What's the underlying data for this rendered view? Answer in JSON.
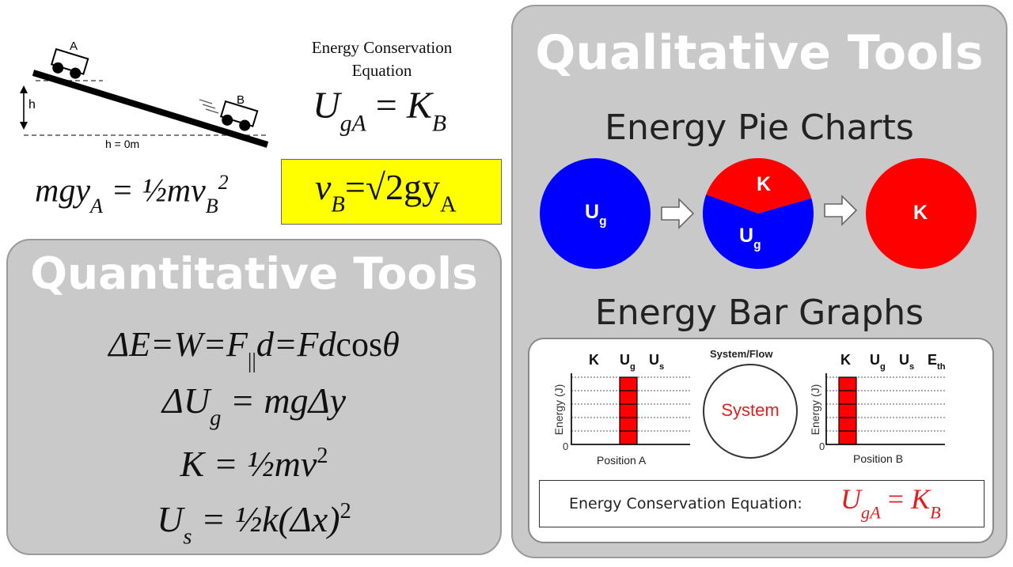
{
  "incline": {
    "label_a": "A",
    "label_b": "B",
    "label_h": "h",
    "label_h0": "h = 0m"
  },
  "conservation": {
    "title_line1": "Energy Conservation",
    "title_line2": "Equation",
    "eq_lhs": "U",
    "eq_lhs_sub": "gA",
    "eq_rhs": "K",
    "eq_rhs_sub": "B"
  },
  "energy_eq": {
    "lhs": "mgy",
    "lhs_sub": "A",
    "mid": " = ½mv",
    "v_sub": "B",
    "sup": "2"
  },
  "velocity_box": {
    "v": "v",
    "v_sub": "B",
    "eq": "=√2gy",
    "y_sub": "A",
    "bg": "#ffff00"
  },
  "quantitative": {
    "title": "Quantitative Tools",
    "eq1": {
      "a": "ΔE=W=F",
      "sub": "||",
      "b": "d=Fd",
      "c": "cos",
      "d": "θ"
    },
    "eq2": {
      "a": "ΔU",
      "sub": "g",
      "b": " = mgΔy"
    },
    "eq3": {
      "a": "K = ½mv",
      "sup": "2"
    },
    "eq4": {
      "a": "U",
      "sub": "s",
      "b": " = ½k(Δx)",
      "sup": "2"
    }
  },
  "qualitative": {
    "title": "Qualitative Tools",
    "pie_title": "Energy Pie Charts",
    "bar_title": "Energy Bar Graphs",
    "pies": [
      {
        "slices": [
          {
            "label": "U",
            "sub": "g",
            "fraction": 1.0,
            "color": "#0000ff"
          }
        ]
      },
      {
        "slices": [
          {
            "label": "K",
            "sub": "",
            "fraction": 0.4,
            "color": "#ff0000"
          },
          {
            "label": "U",
            "sub": "g",
            "fraction": 0.6,
            "color": "#0000ff"
          }
        ]
      },
      {
        "slices": [
          {
            "label": "K",
            "sub": "",
            "fraction": 1.0,
            "color": "#ff0000"
          }
        ]
      }
    ],
    "bar_graph_a": {
      "col_k": "K",
      "col_u": "U",
      "col_u_sub": "g",
      "col_us": "U",
      "col_us_sub": "s",
      "ylabel": "Energy (J)",
      "zero": "0",
      "xlabel": "Position A",
      "bar_units": {
        "K": 0,
        "Ug": 5,
        "Us": 0
      },
      "bar_color": "#ff0000"
    },
    "system": {
      "title": "System/Flow",
      "label": "System",
      "label_color": "#e02020"
    },
    "bar_graph_b": {
      "col_k": "K",
      "col_u": "U",
      "col_u_sub": "g",
      "col_us": "U",
      "col_us_sub": "s",
      "col_eth": "E",
      "col_eth_sub": "th",
      "ylabel": "Energy (J)",
      "zero": "0",
      "xlabel": "Position B",
      "bar_units": {
        "K": 5,
        "Ug": 0,
        "Us": 0,
        "Eth": 0
      },
      "bar_color": "#ff0000"
    },
    "conservation_box": {
      "label": "Energy Conservation Equation:",
      "eq_lhs": "U",
      "eq_lhs_sub": "gA",
      "eq_mid": " = ",
      "eq_rhs": "K",
      "eq_rhs_sub": "B",
      "eq_color": "#e02020"
    }
  }
}
